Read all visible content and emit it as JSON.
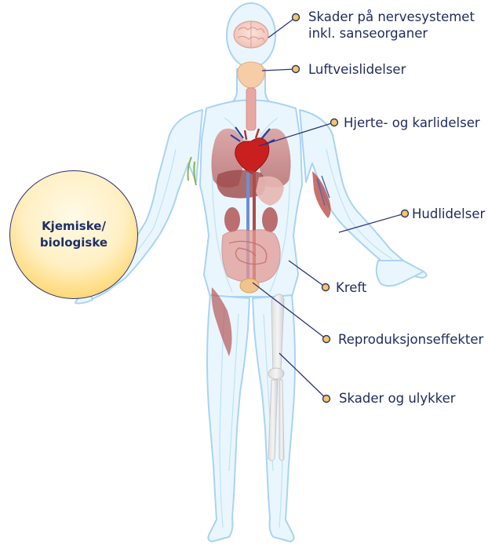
{
  "badge": {
    "line1": "Kjemiske/",
    "line2": "biologiske"
  },
  "callouts": [
    {
      "id": "nervesystem",
      "lines": [
        "Skader på nervesystemet",
        "inkl. sanseorganer"
      ]
    },
    {
      "id": "luftvei",
      "lines": [
        "Luftveislidelser"
      ]
    },
    {
      "id": "hjerte",
      "lines": [
        "Hjerte- og karlidelser"
      ]
    },
    {
      "id": "hud",
      "lines": [
        "Hudlidelser"
      ]
    },
    {
      "id": "kreft",
      "lines": [
        "Kreft"
      ]
    },
    {
      "id": "reproduksjon",
      "lines": [
        "Reproduksjonseffekter"
      ]
    },
    {
      "id": "skader",
      "lines": [
        "Skader og ulykker"
      ]
    }
  ],
  "colors": {
    "leader_line": "#2b327a",
    "dot_fill": "#f5c85a",
    "dot_stroke": "#2b327a",
    "body_outline": "#a8d4f2",
    "body_fill": "#eaf6fd",
    "label_text": "#1f2a5c",
    "badge_text": "#1e2f66"
  }
}
